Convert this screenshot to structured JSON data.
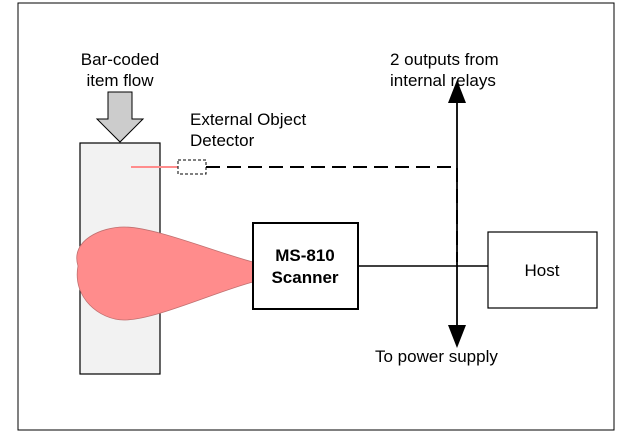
{
  "labels": {
    "item_flow_line1": "Bar-coded",
    "item_flow_line2": "item flow",
    "detector_line1": "External Object",
    "detector_line2": "Detector",
    "outputs_line1": "2 outputs from",
    "outputs_line2": "internal relays",
    "scanner_line1": "MS-810",
    "scanner_line2": "Scanner",
    "host": "Host",
    "power": "To power supply"
  },
  "colors": {
    "conveyor_fill": "#f2f2f2",
    "flow_arrow_fill": "#cccccc",
    "beam_fill": "#ff8c8c",
    "detector_beam": "#ff8c8c",
    "line": "#000000"
  }
}
